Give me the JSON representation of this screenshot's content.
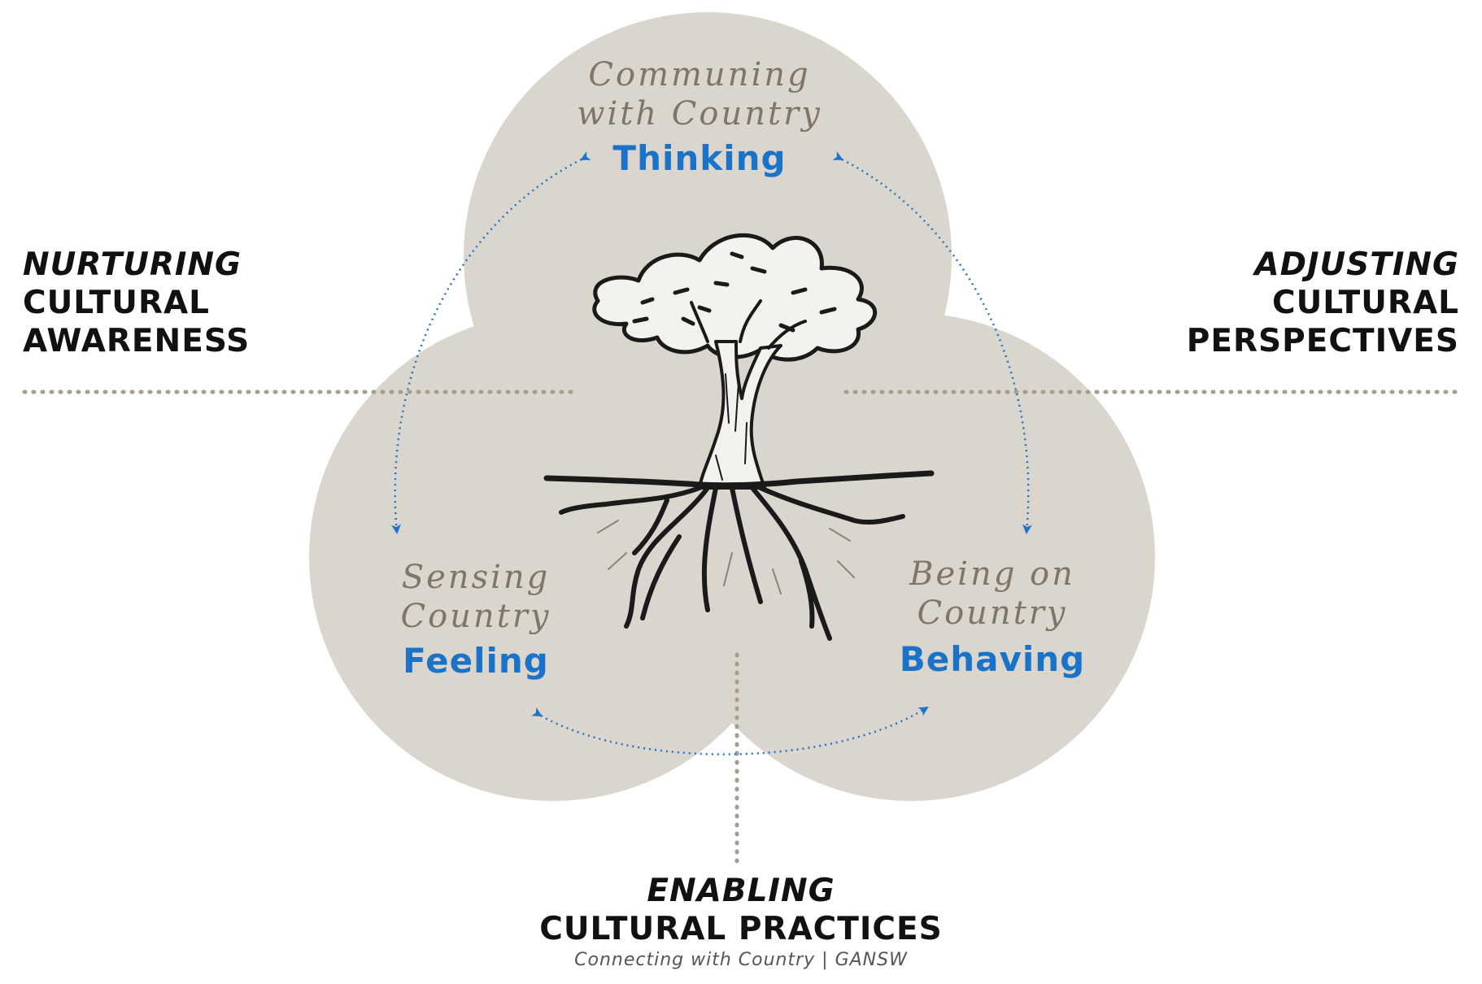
{
  "labels": {
    "left": {
      "em": "NURTURING",
      "line2": "CULTURAL",
      "line3": "AWARENESS"
    },
    "right": {
      "em": "ADJUSTING",
      "line2": "CULTURAL",
      "line3": "PERSPECTIVES"
    },
    "bottom": {
      "em": "ENABLING",
      "line2": "CULTURAL PRACTICES"
    }
  },
  "circles": {
    "top": {
      "script_line1": "Communing",
      "script_line2": "with Country",
      "keyword": "Thinking"
    },
    "left": {
      "script_line1": "Sensing",
      "script_line2": "Country",
      "keyword": "Feeling"
    },
    "right": {
      "script_line1": "Being on",
      "script_line2": "Country",
      "keyword": "Behaving"
    }
  },
  "caption": "Connecting with Country | GANSW",
  "colors": {
    "circle_fill": "#d6d1c7",
    "keyword_blue": "#1a73c9",
    "arrow_blue": "#1f73c9",
    "dotted_line": "#a59e8e",
    "script_text": "#7d7769",
    "tree_ink": "#1a1a1a"
  },
  "icons": [
    "tree-illustration",
    "double-arrow-icon"
  ]
}
